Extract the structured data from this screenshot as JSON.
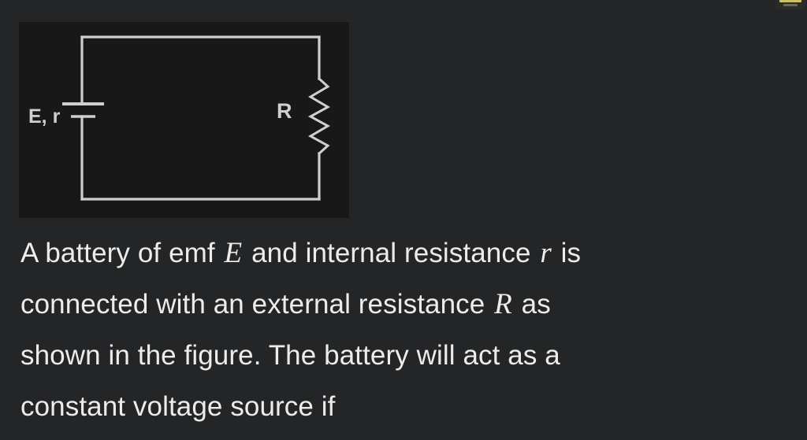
{
  "page": {
    "background_color": "#232527",
    "text_color": "#ececec"
  },
  "top_badge": {
    "name": "cut-off-badge",
    "accent_color": "#cdbf6a"
  },
  "figure": {
    "background_color": "#181818",
    "stroke_color": "#cfcfcf",
    "labels": {
      "battery": "E, r",
      "resistor": "R"
    },
    "components": [
      {
        "type": "battery",
        "label": "E, r",
        "position": "left-branch"
      },
      {
        "type": "resistor",
        "label": "R",
        "position": "right-branch"
      },
      {
        "type": "wire-loop",
        "label": "closed rectangular circuit"
      }
    ]
  },
  "question": {
    "lines": [
      {
        "parts": [
          {
            "t": "A battery of emf ",
            "style": "normal"
          },
          {
            "t": "E",
            "style": "math"
          },
          {
            "t": "  and internal resistance ",
            "style": "normal"
          },
          {
            "t": "r",
            "style": "math"
          },
          {
            "t": " is",
            "style": "normal"
          }
        ]
      },
      {
        "parts": [
          {
            "t": "connected with an external resistance ",
            "style": "normal"
          },
          {
            "t": "R",
            "style": "math"
          },
          {
            "t": " as",
            "style": "normal"
          }
        ]
      },
      {
        "parts": [
          {
            "t": "shown in the figure. The battery will act as a",
            "style": "normal"
          }
        ]
      },
      {
        "parts": [
          {
            "t": "constant voltage source if",
            "style": "normal"
          }
        ]
      }
    ],
    "plain_text": "A battery of emf E and internal resistance r is connected with an external resistance R as shown in the figure. The battery will act as a constant voltage source if"
  }
}
